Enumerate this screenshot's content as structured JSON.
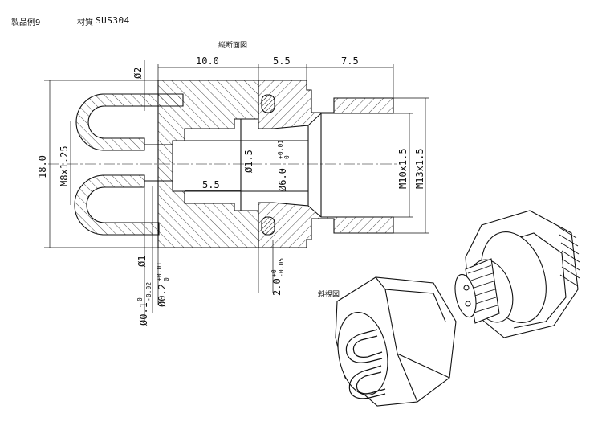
{
  "header": {
    "example": "製品例9",
    "material_label": "材質",
    "material_value": "SUS304"
  },
  "section_view": {
    "title": "縦断面図",
    "dims": {
      "d_top1": "10.0",
      "d_top2": "5.5",
      "d_top3": "7.5",
      "d_phi2": "Ø2",
      "d_overall": "18.0",
      "d_m8": "M8x1.25",
      "d_phi15": "Ø1.5",
      "d_phi6": "Ø6.0",
      "d_phi6_tol_up": "+0.01",
      "d_phi6_tol_lo": "0",
      "d_inner55": "5.5",
      "d_m10": "M10x1.5",
      "d_m13": "M13x1.5",
      "d_phi1": "Ø1",
      "d_phi01": "Ø0.1",
      "d_phi01_tol_up": "0",
      "d_phi01_tol_lo": "-0.02",
      "d_phi02": "Ø0.2",
      "d_phi02_tol_up": "+0.01",
      "d_phi02_tol_lo": "0",
      "d_20": "2.0",
      "d_20_tol_up": "+0",
      "d_20_tol_lo": "-0.05"
    }
  },
  "iso_view": {
    "title": "斜視図"
  }
}
